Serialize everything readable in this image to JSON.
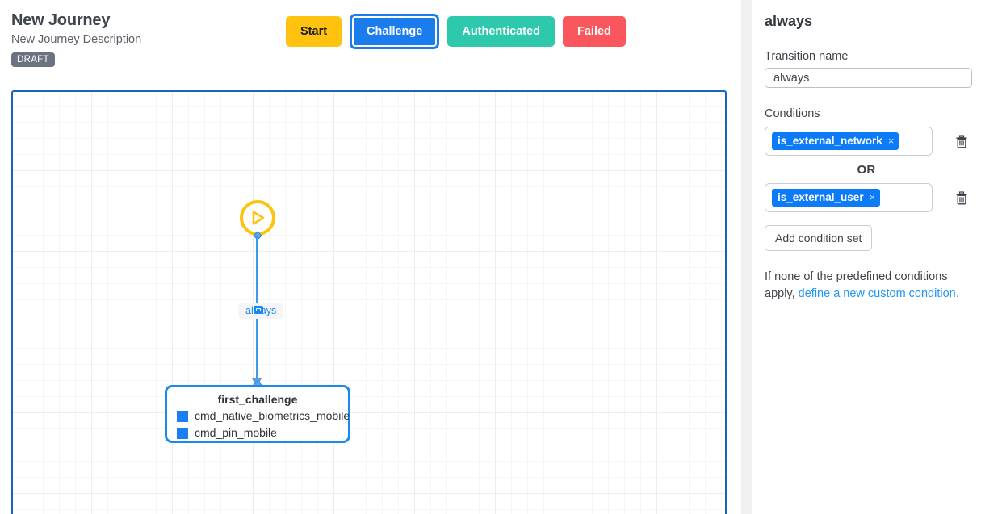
{
  "header": {
    "title": "New Journey",
    "description": "New Journey Description",
    "badge": "DRAFT"
  },
  "state_buttons": [
    {
      "label": "Start",
      "bg": "#ffc20e",
      "fg": "#1d1d1d",
      "selected": false
    },
    {
      "label": "Challenge",
      "bg": "#1b7ced",
      "fg": "#ffffff",
      "selected": true
    },
    {
      "label": "Authenticated",
      "bg": "#2ec9ad",
      "fg": "#ffffff",
      "selected": false
    },
    {
      "label": "Failed",
      "bg": "#f9565e",
      "fg": "#ffffff",
      "selected": false
    }
  ],
  "canvas": {
    "start_node": {
      "icon": "play-icon",
      "color": "#ffc20e"
    },
    "edge": {
      "label": "always",
      "color": "#3d9ae8"
    },
    "challenge_node": {
      "title": "first_challenge",
      "border_color": "#1b87f0",
      "items": [
        {
          "label": "cmd_native_biometrics_mobile",
          "color": "#1a7ff5"
        },
        {
          "label": "cmd_pin_mobile",
          "color": "#1a7ff5"
        }
      ]
    }
  },
  "panel": {
    "title": "always",
    "transition_name_label": "Transition name",
    "transition_name_value": "always",
    "transition_name_placeholder": "Transition name",
    "conditions_label": "Conditions",
    "condition_sets": [
      {
        "tag": "is_external_network",
        "close": "×",
        "delete_icon": "trash-icon"
      },
      {
        "tag": "is_external_user",
        "close": "×",
        "delete_icon": "trash-icon"
      }
    ],
    "or_divider": "OR",
    "add_condition_set_label": "Add condition set",
    "help_text": "If none of the predefined conditions apply, ",
    "help_link": "define a new custom condition."
  }
}
